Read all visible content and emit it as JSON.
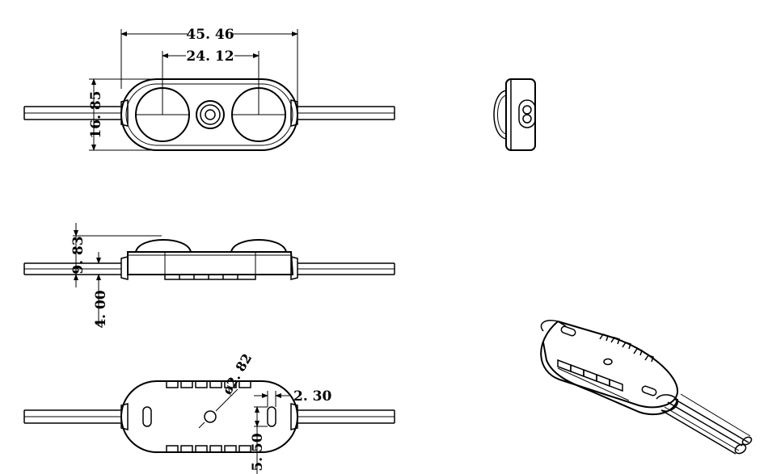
{
  "colors": {
    "line": "#000000",
    "background": "#ffffff"
  },
  "top_view": {
    "overall_length": "45. 46",
    "lens_spacing": "24. 12",
    "body_height": "16. 85"
  },
  "front_view": {
    "total_height": "9. 83",
    "base_height": "4. 00"
  },
  "bottom_view": {
    "hole_diameter": "ø2. 82",
    "slot_width": "2. 30",
    "slot_length": "5. 50"
  }
}
